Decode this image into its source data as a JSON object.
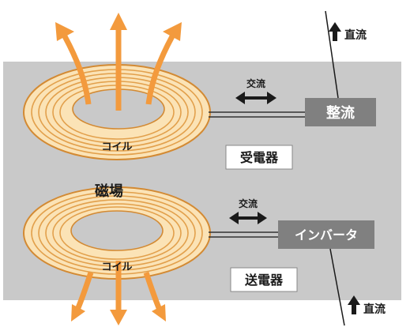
{
  "labels": {
    "dc_top": "直流",
    "ac_top": "交流",
    "rectifier": "整流",
    "coil_top": "コイル",
    "receiver": "受電器",
    "magnetic_field": "磁場",
    "ac_bottom": "交流",
    "inverter": "インバータ",
    "coil_bottom": "コイル",
    "transmitter": "送電器",
    "dc_bottom": "直流"
  },
  "colors": {
    "plate": "#c9c9c9",
    "box": "#808080",
    "coil_fill": "#fbe3b6",
    "coil_ring": "#e2a04c",
    "arrow": "#f39a3d",
    "dark": "#1a1a1a"
  }
}
